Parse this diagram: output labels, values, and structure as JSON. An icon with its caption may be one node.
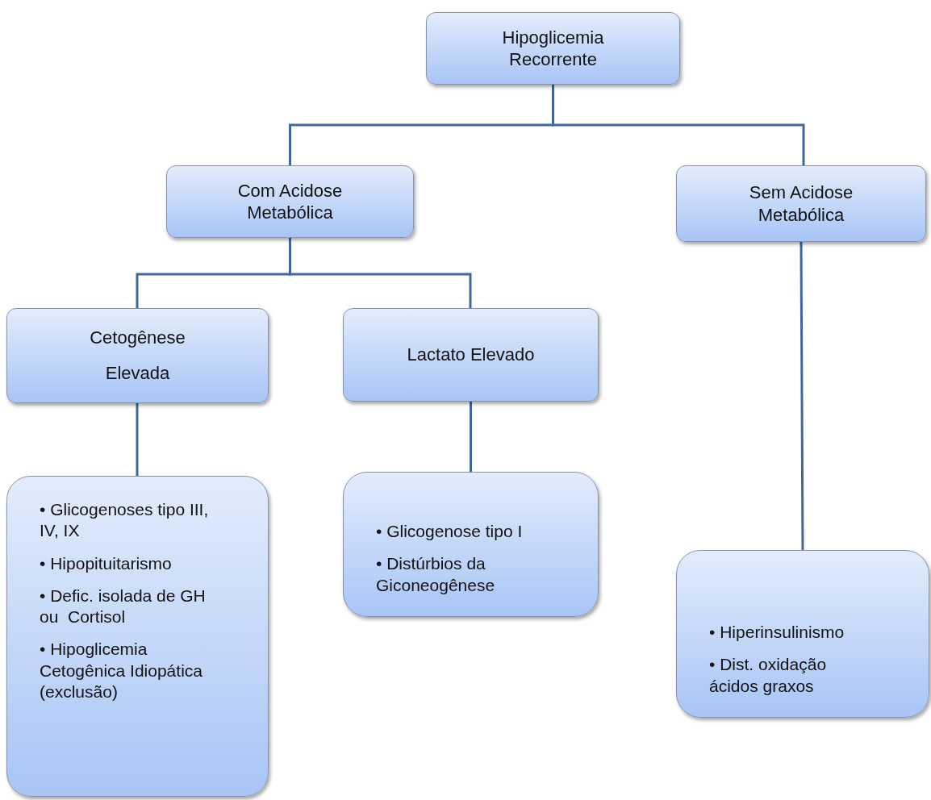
{
  "diagram": {
    "nodes": [
      {
        "text": [
          "Hipoglicemia Recorrente"
        ]
      },
      {
        "text": [
          "Com Acidose Metabólica"
        ]
      },
      {
        "text": [
          "Sem Acidose Metabólica"
        ]
      },
      {
        "text": [
          "Cetogênese Elevada"
        ]
      },
      {
        "text": [
          "Lactato Elevado"
        ]
      },
      {
        "text": [
          "• Glicogenoses tipo III, IV, IX",
          "• Hipopituitarismo",
          "• Defic. isolada de GH ou  Cortisol",
          "• Hipoglicemia Cetogênica Idiopática (exclusão)"
        ]
      },
      {
        "text": [
          "• Glicogenose tipo I",
          "• Distúrbios da Giconeogênese"
        ]
      },
      {
        "text": [
          "• Hiperinsulinismo",
          "• Dist. oxidação ácidos graxos"
        ]
      }
    ],
    "edges": [
      {
        "from": 0,
        "to": 1,
        "arrow": "none"
      },
      {
        "from": 0,
        "to": 2,
        "arrow": "none"
      },
      {
        "from": 1,
        "to": 3,
        "arrow": "none"
      },
      {
        "from": 1,
        "to": 4,
        "arrow": "none"
      },
      {
        "from": 3,
        "to": 5,
        "arrow": "none"
      },
      {
        "from": 4,
        "to": 6,
        "arrow": "none"
      },
      {
        "from": 2,
        "to": 7,
        "arrow": "none"
      }
    ]
  }
}
